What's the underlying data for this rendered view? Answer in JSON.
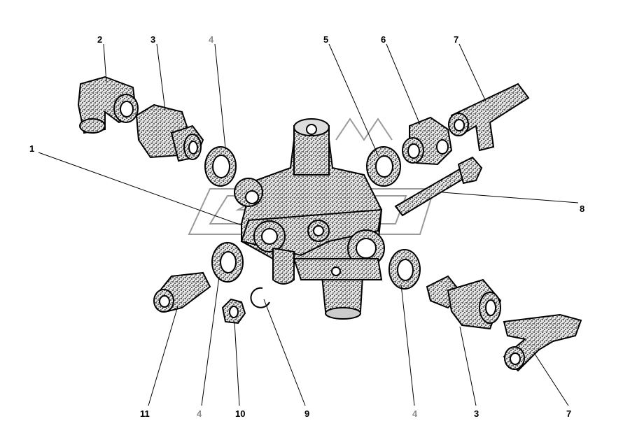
{
  "callouts": [
    {
      "id": "c1",
      "text": "1"
    },
    {
      "id": "c2",
      "text": "2"
    },
    {
      "id": "c3a",
      "text": "3"
    },
    {
      "id": "c4a",
      "text": "4"
    },
    {
      "id": "c5",
      "text": "5"
    },
    {
      "id": "c6",
      "text": "6"
    },
    {
      "id": "c7a",
      "text": "7"
    },
    {
      "id": "c8",
      "text": "8"
    },
    {
      "id": "c11",
      "text": "11"
    },
    {
      "id": "c4b",
      "text": "4"
    },
    {
      "id": "c10",
      "text": "10"
    },
    {
      "id": "c9",
      "text": "9"
    },
    {
      "id": "c4c",
      "text": "4"
    },
    {
      "id": "c3b",
      "text": "3"
    },
    {
      "id": "c7b",
      "text": "7"
    }
  ],
  "colors": {
    "ink": "#000000",
    "grey_label": "#8a8a8a",
    "watermark": "#9a9a9a",
    "background": "#ffffff"
  }
}
